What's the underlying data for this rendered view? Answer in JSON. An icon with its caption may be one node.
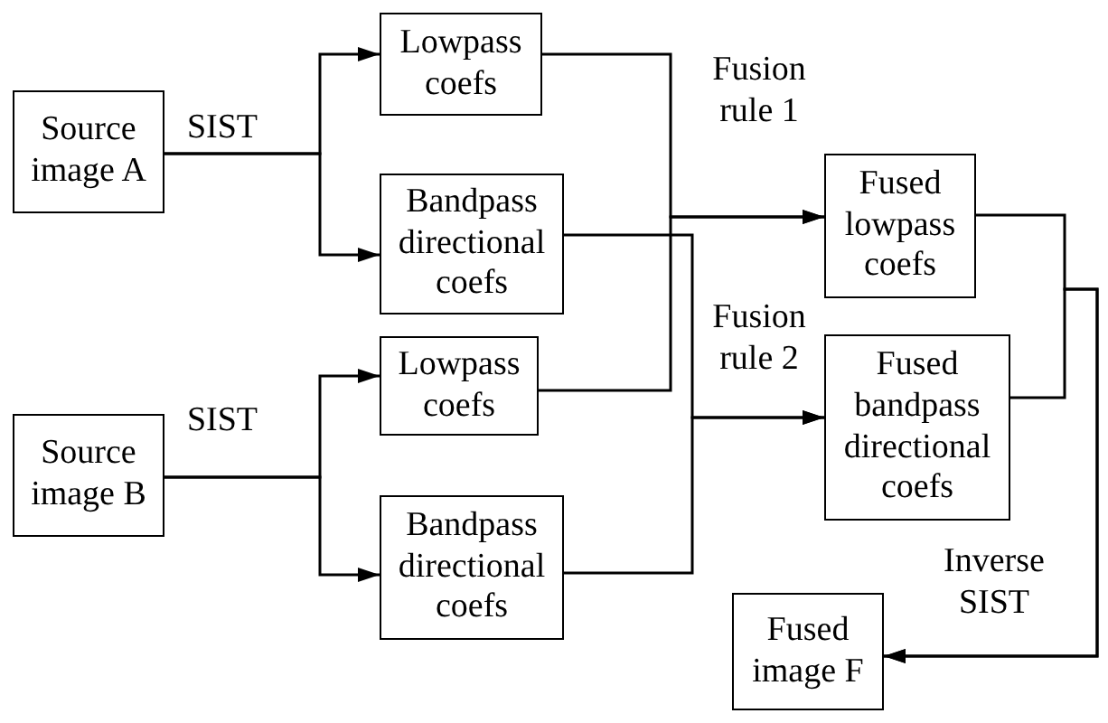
{
  "diagram": {
    "nodes": [
      {
        "text": [
          "Source image A"
        ]
      },
      {
        "text": [
          "Lowpass coefs"
        ]
      },
      {
        "text": [
          "Bandpass directional coefs"
        ]
      },
      {
        "text": [
          "Lowpass coefs"
        ]
      },
      {
        "text": [
          "Bandpass directional coefs"
        ]
      },
      {
        "text": [
          "Source image B"
        ]
      },
      {
        "text": [
          "Fused lowpass coefs"
        ]
      },
      {
        "text": [
          "Fused bandpass directional coefs"
        ]
      },
      {
        "text": [
          "Fused image F"
        ]
      }
    ],
    "edges": [
      {
        "from": 0,
        "to": 1,
        "arrow": "to",
        "label": "SIST"
      },
      {
        "from": 0,
        "to": 2,
        "arrow": "to"
      },
      {
        "from": 5,
        "to": 3,
        "arrow": "to",
        "label": "SIST"
      },
      {
        "from": 5,
        "to": 4,
        "arrow": "to"
      },
      {
        "from": 1,
        "to": 6,
        "arrow": "to",
        "label": "Fusion rule 1"
      },
      {
        "from": 3,
        "to": 6,
        "arrow": "to"
      },
      {
        "from": 2,
        "to": 7,
        "arrow": "to",
        "label": "Fusion rule 2"
      },
      {
        "from": 4,
        "to": 7,
        "arrow": "to"
      },
      {
        "from": 6,
        "to": 8,
        "arrow": "to",
        "label": "Inverse SIST"
      },
      {
        "from": 7,
        "to": 8,
        "arrow": "to"
      }
    ]
  }
}
